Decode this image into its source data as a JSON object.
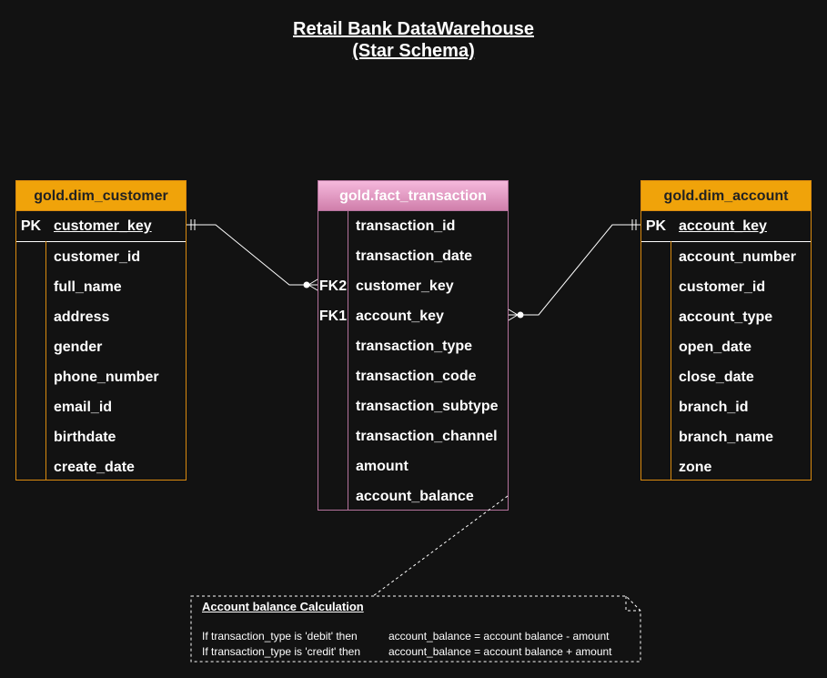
{
  "title": {
    "line1": "Retail Bank DataWarehouse",
    "line2": "(Star Schema)"
  },
  "tables": {
    "customer": {
      "name": "gold.dim_customer",
      "pk_label": "PK",
      "pk_column": "customer_key",
      "columns": [
        "customer_id",
        "full_name",
        "address",
        "gender",
        "phone_number",
        "email_id",
        "birthdate",
        "create_date"
      ]
    },
    "fact": {
      "name": "gold.fact_transaction",
      "fk2_label": "FK2",
      "fk1_label": "FK1",
      "columns": [
        "transaction_id",
        "transaction_date",
        "customer_key",
        "account_key",
        "transaction_type",
        "transaction_code",
        "transaction_subtype",
        "transaction_channel",
        "amount",
        "account_balance"
      ]
    },
    "account": {
      "name": "gold.dim_account",
      "pk_label": "PK",
      "pk_column": "account_key",
      "columns": [
        "account_number",
        "customer_id",
        "account_type",
        "open_date",
        "close_date",
        "branch_id",
        "branch_name",
        "zone"
      ]
    }
  },
  "note": {
    "heading": "Account balance Calculation",
    "rules": [
      {
        "condition": "If transaction_type is 'debit' then",
        "formula": "account_balance = account balance - amount"
      },
      {
        "condition": "If transaction_type is 'credit' then",
        "formula": "account_balance = account balance + amount"
      }
    ]
  }
}
